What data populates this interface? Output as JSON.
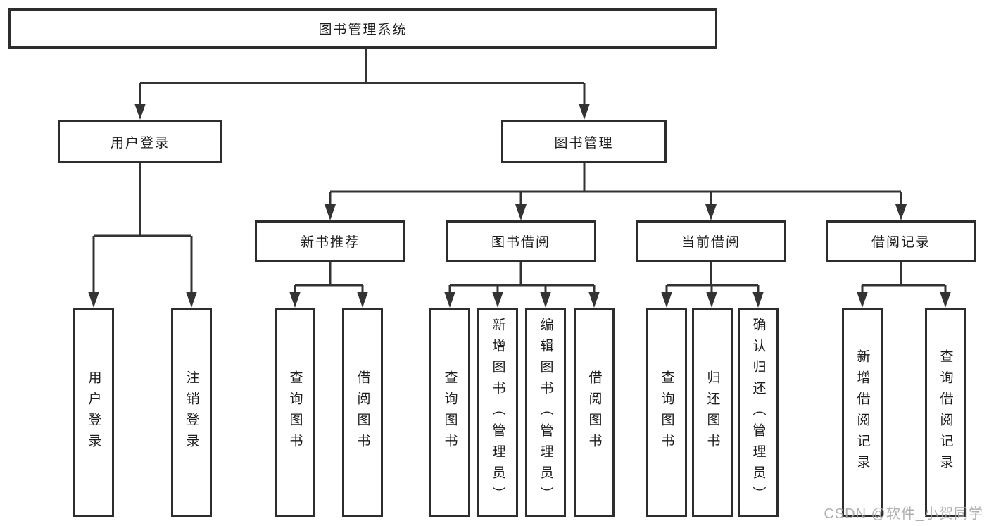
{
  "tree": {
    "root": {
      "label": "图书管理系统"
    },
    "branches": [
      {
        "label": "用户登录",
        "children": [
          {
            "label": "用户登录"
          },
          {
            "label": "注销登录"
          }
        ]
      },
      {
        "label": "图书管理",
        "children": [
          {
            "label": "新书推荐",
            "children": [
              {
                "label": "查询图书"
              },
              {
                "label": "借阅图书"
              }
            ]
          },
          {
            "label": "图书借阅",
            "children": [
              {
                "label": "查询图书"
              },
              {
                "label": "新增图书（管理员）"
              },
              {
                "label": "编辑图书（管理员）"
              },
              {
                "label": "借阅图书"
              }
            ]
          },
          {
            "label": "当前借阅",
            "children": [
              {
                "label": "查询图书"
              },
              {
                "label": "归还图书"
              },
              {
                "label": "确认归还（管理员）"
              }
            ]
          },
          {
            "label": "借阅记录",
            "children": [
              {
                "label": "新增借阅记录"
              },
              {
                "label": "查询借阅记录"
              }
            ]
          }
        ]
      }
    ]
  },
  "watermark": {
    "text": "CSDN @软件_小贺同学"
  },
  "colors": {
    "line": "#333333",
    "box_border": "#2d2d2d",
    "text": "#1c1c1c",
    "watermark": "#a8a8a8",
    "background": "#ffffff"
  }
}
